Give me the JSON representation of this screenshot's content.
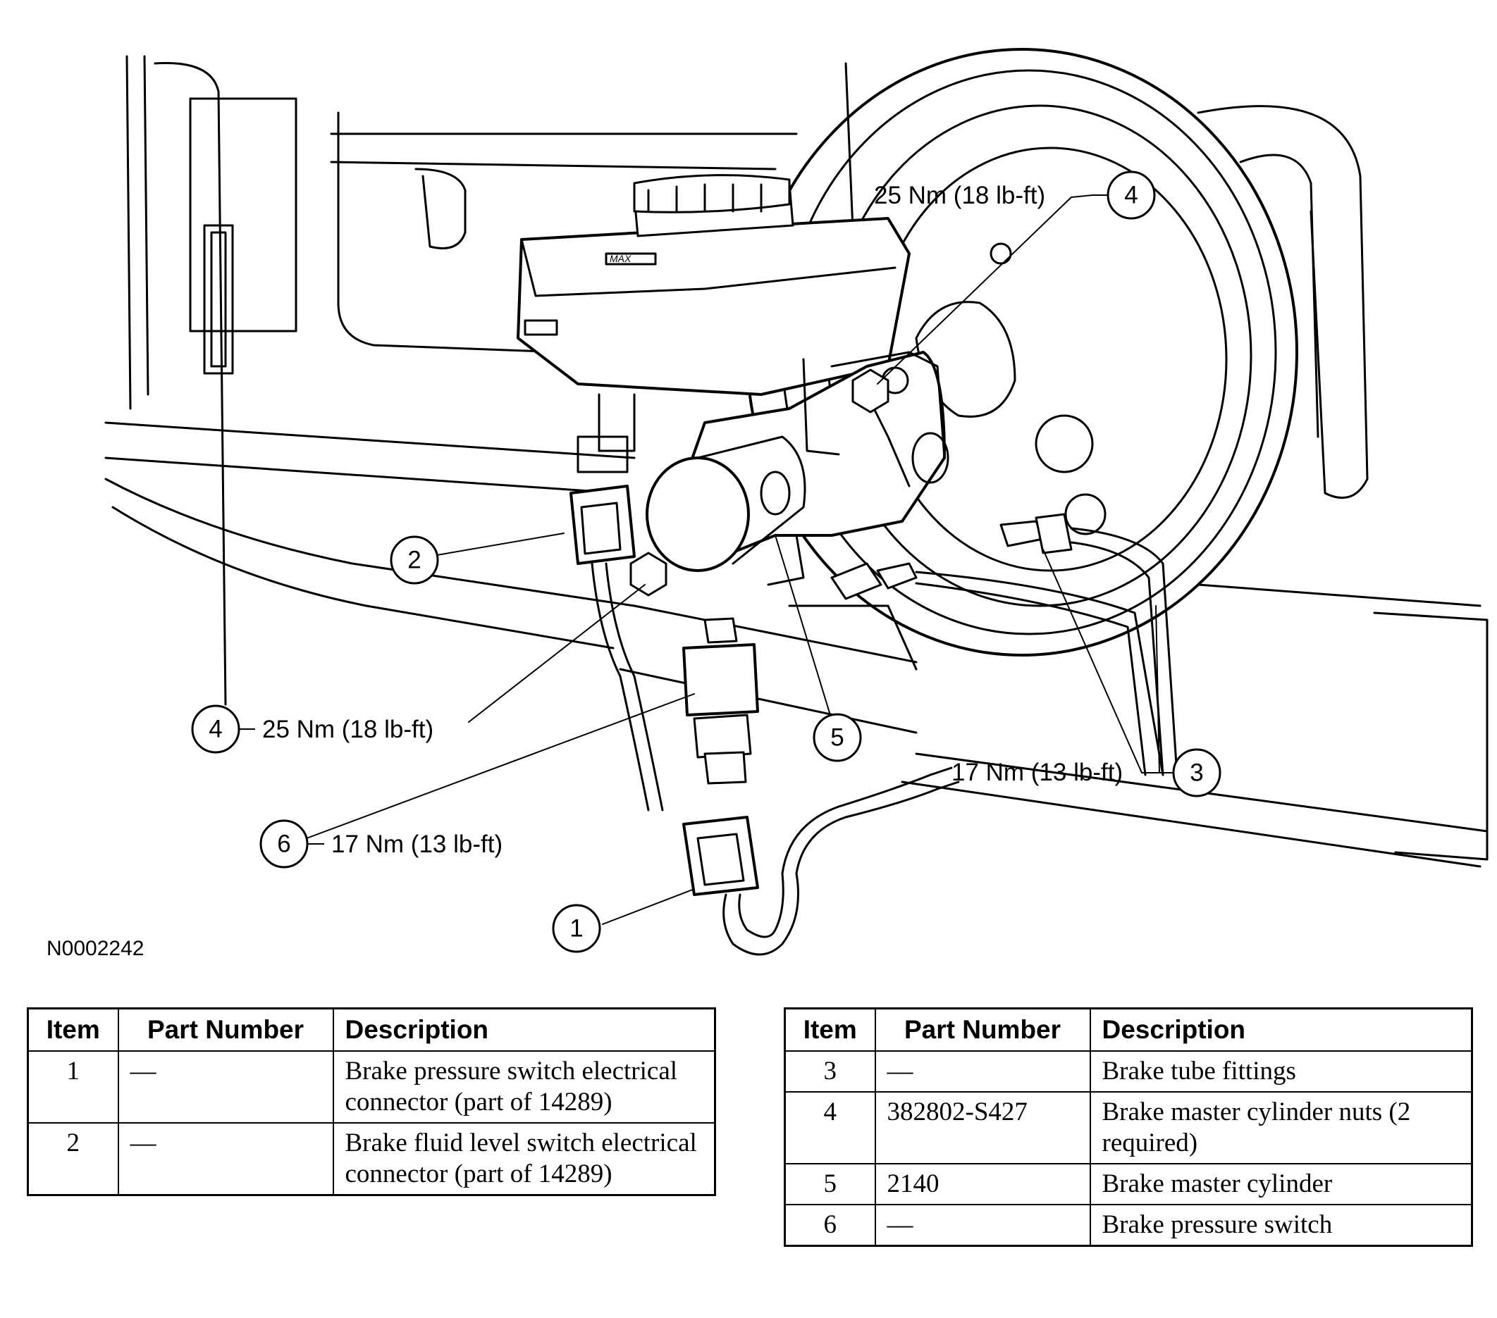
{
  "figure_id": "N0002242",
  "callouts": [
    {
      "num": "1",
      "torque": ""
    },
    {
      "num": "2",
      "torque": ""
    },
    {
      "num": "3",
      "torque": "17 Nm (13 lb-ft)"
    },
    {
      "num": "4",
      "torque": "25 Nm (18 lb-ft)"
    },
    {
      "num": "4",
      "torque": "25 Nm (18 lb-ft)"
    },
    {
      "num": "5",
      "torque": ""
    },
    {
      "num": "6",
      "torque": "17 Nm (13 lb-ft)"
    }
  ],
  "legend_left": {
    "headers": {
      "item": "Item",
      "part_number": "Part Number",
      "description": "Description"
    },
    "rows": [
      {
        "item": "1",
        "part_number": "—",
        "description": "Brake pressure switch electrical connector (part of 14289)"
      },
      {
        "item": "2",
        "part_number": "—",
        "description": "Brake fluid level switch electrical connector (part of 14289)"
      }
    ]
  },
  "legend_right": {
    "headers": {
      "item": "Item",
      "part_number": "Part Number",
      "description": "Description"
    },
    "rows": [
      {
        "item": "3",
        "part_number": "—",
        "description": "Brake tube fittings"
      },
      {
        "item": "4",
        "part_number": "382802-S427",
        "description": "Brake master cylinder nuts (2 required)"
      },
      {
        "item": "5",
        "part_number": "2140",
        "description": "Brake master cylinder"
      },
      {
        "item": "6",
        "part_number": "—",
        "description": "Brake pressure switch"
      }
    ]
  },
  "reservoir_mark": "MAX"
}
